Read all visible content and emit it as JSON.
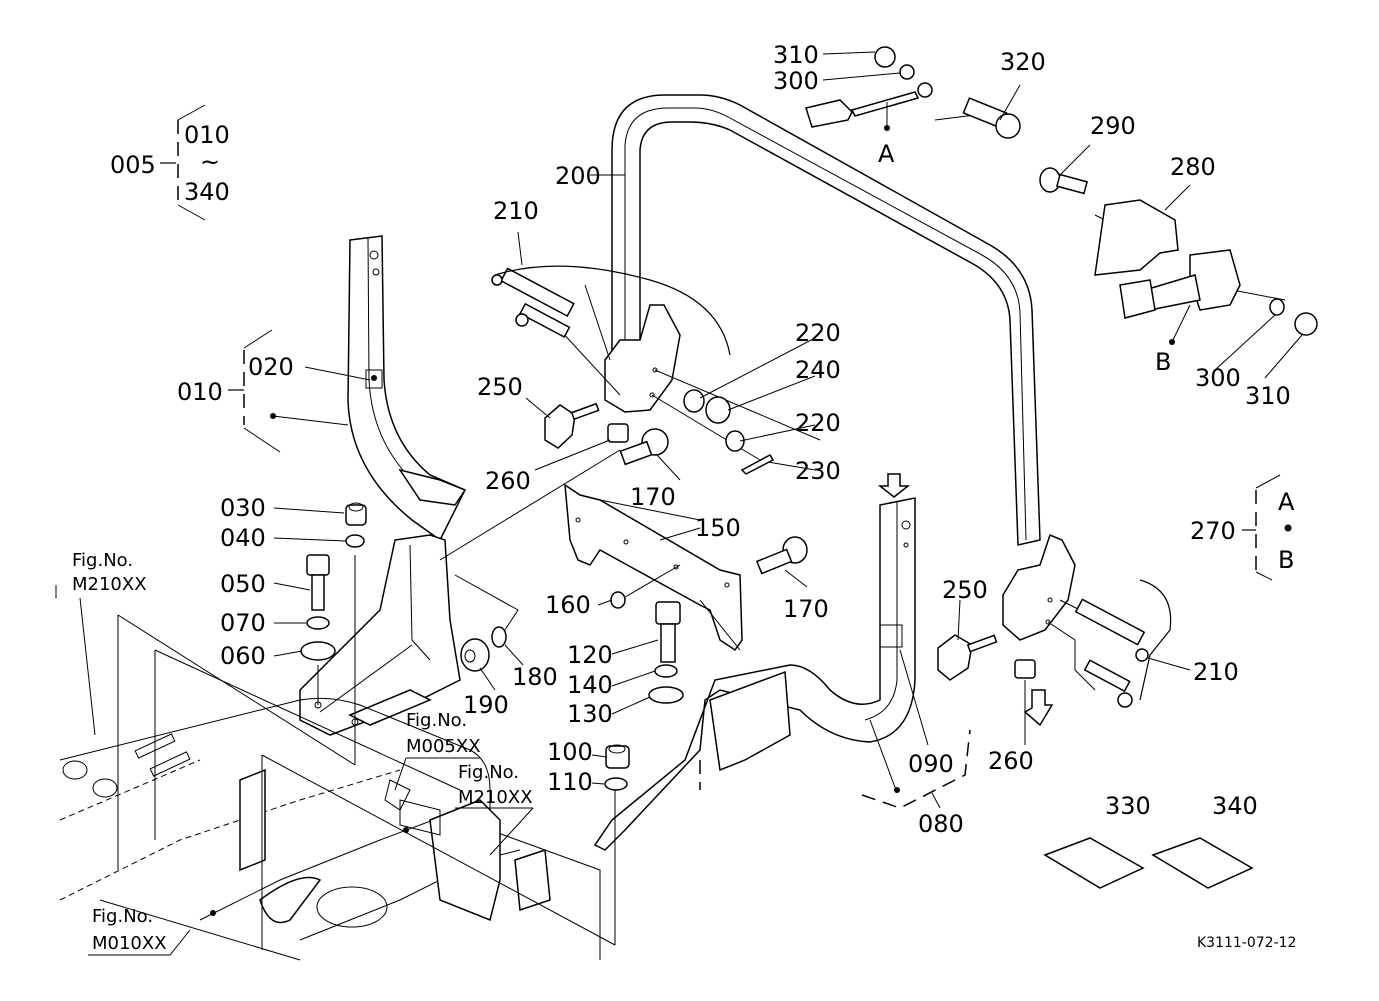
{
  "diagram": {
    "title_code": "K3111-072-12",
    "assembly": {
      "number": "005",
      "range_start": "010",
      "range_sep": "~",
      "range_end": "340"
    },
    "sub_assemblies": [
      {
        "number": "010",
        "includes": [
          "020"
        ]
      },
      {
        "number": "080",
        "includes": [
          "090"
        ]
      },
      {
        "number": "270",
        "includes": [
          "A",
          "•",
          "B"
        ]
      }
    ],
    "part_labels": [
      {
        "id": "p005",
        "text": "005"
      },
      {
        "id": "p010a",
        "text": "010"
      },
      {
        "id": "p340a",
        "text": "340"
      },
      {
        "id": "p010",
        "text": "010"
      },
      {
        "id": "p020",
        "text": "020"
      },
      {
        "id": "p030",
        "text": "030"
      },
      {
        "id": "p040",
        "text": "040"
      },
      {
        "id": "p050",
        "text": "050"
      },
      {
        "id": "p070",
        "text": "070"
      },
      {
        "id": "p060",
        "text": "060"
      },
      {
        "id": "p080",
        "text": "080"
      },
      {
        "id": "p090",
        "text": "090"
      },
      {
        "id": "p100",
        "text": "100"
      },
      {
        "id": "p110",
        "text": "110"
      },
      {
        "id": "p120",
        "text": "120"
      },
      {
        "id": "p130",
        "text": "130"
      },
      {
        "id": "p140",
        "text": "140"
      },
      {
        "id": "p150",
        "text": "150"
      },
      {
        "id": "p160",
        "text": "160"
      },
      {
        "id": "p170a",
        "text": "170"
      },
      {
        "id": "p170b",
        "text": "170"
      },
      {
        "id": "p180",
        "text": "180"
      },
      {
        "id": "p190",
        "text": "190"
      },
      {
        "id": "p200",
        "text": "200"
      },
      {
        "id": "p210a",
        "text": "210"
      },
      {
        "id": "p210b",
        "text": "210"
      },
      {
        "id": "p220a",
        "text": "220"
      },
      {
        "id": "p220b",
        "text": "220"
      },
      {
        "id": "p230",
        "text": "230"
      },
      {
        "id": "p240",
        "text": "240"
      },
      {
        "id": "p250a",
        "text": "250"
      },
      {
        "id": "p250b",
        "text": "250"
      },
      {
        "id": "p260a",
        "text": "260"
      },
      {
        "id": "p260b",
        "text": "260"
      },
      {
        "id": "p270",
        "text": "270"
      },
      {
        "id": "p280",
        "text": "280"
      },
      {
        "id": "p290",
        "text": "290"
      },
      {
        "id": "p300a",
        "text": "300"
      },
      {
        "id": "p300b",
        "text": "300"
      },
      {
        "id": "p310a",
        "text": "310"
      },
      {
        "id": "p310b",
        "text": "310"
      },
      {
        "id": "p320",
        "text": "320"
      },
      {
        "id": "p330",
        "text": "330"
      },
      {
        "id": "p340",
        "text": "340"
      }
    ],
    "letters": {
      "a": "A",
      "b": "B",
      "a270": "A",
      "dot270": "•",
      "b270": "B"
    },
    "figure_refs": [
      {
        "prefix": "Fig.No.",
        "number": "M210XX"
      },
      {
        "prefix": "Fig.No.",
        "number": "M005XX"
      },
      {
        "prefix": "Fig.No.",
        "number": "M210XX"
      },
      {
        "prefix": "Fig.No.",
        "number": "M010XX"
      }
    ]
  }
}
